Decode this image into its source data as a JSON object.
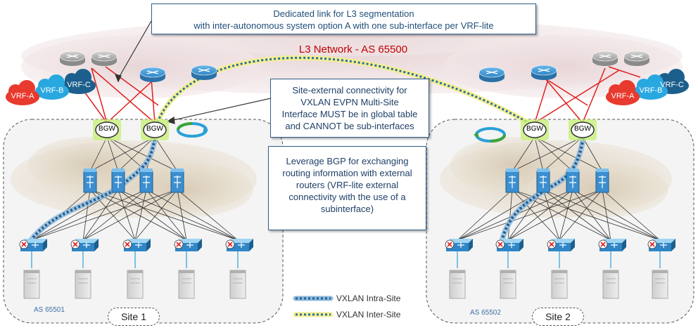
{
  "callouts": {
    "dedicated_link": [
      "Dedicated link for L3 segmentation",
      "with inter-autonomous system option A with one sub-interface per VRF-lite"
    ],
    "site_external": [
      "Site-external connectivity for",
      "VXLAN EVPN Multi-Site",
      "Interface MUST be in global table",
      "and CANNOT be sub-interfaces"
    ],
    "bgp": [
      "Leverage BGP for exchanging",
      "routing information with external",
      "routers (VRF-lite external",
      "connectivity with the use of a",
      "subinterface)"
    ]
  },
  "network_title": "L3 Network - AS 65500",
  "bgw_label": "BGW",
  "vrfs": [
    "VRF-A",
    "VRF-B",
    "VRF-C"
  ],
  "sites": [
    {
      "as_label": "AS 65501",
      "site_label": "Site 1"
    },
    {
      "as_label": "AS 65502",
      "site_label": "Site 2"
    }
  ],
  "legend": {
    "intra": "VXLAN Intra-Site",
    "inter": "VXLAN Inter-Site"
  },
  "colors": {
    "intra_site": "#2b6ca3",
    "inter_site": "#e8e36a",
    "router_blue": "#4a9fd8",
    "router_gray": "#b8b8b8",
    "vrf_a": "#e83a2e",
    "vrf_b": "#29a8e0",
    "vrf_c": "#1c5f8c",
    "link_red": "#e02020"
  }
}
